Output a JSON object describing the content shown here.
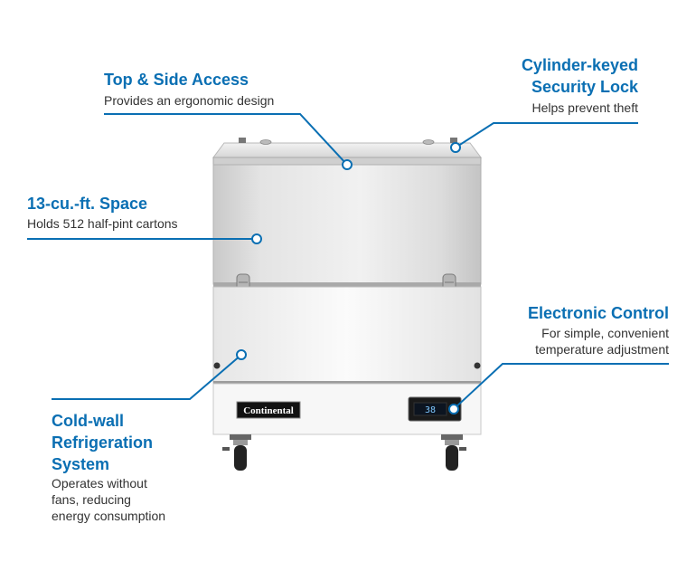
{
  "callouts": {
    "top_side_access": {
      "title": "Top & Side Access",
      "desc": "Provides an ergonomic design"
    },
    "security_lock": {
      "title_line1": "Cylinder-keyed",
      "title_line2": "Security Lock",
      "desc": "Helps prevent theft"
    },
    "space": {
      "title": "13-cu.-ft. Space",
      "desc": "Holds 512 half-pint cartons"
    },
    "electronic_control": {
      "title": "Electronic Control",
      "desc_line1": "For simple, convenient",
      "desc_line2": "temperature adjustment"
    },
    "cold_wall": {
      "title_line1": "Cold-wall",
      "title_line2": "Refrigeration",
      "title_line3": "System",
      "desc_line1": "Operates without",
      "desc_line2": "fans, reducing",
      "desc_line3": "energy consumption"
    }
  },
  "product": {
    "brand": "Continental",
    "display_reading": "38"
  },
  "colors": {
    "accent": "#0a6fb3",
    "text": "#333333",
    "steel": "#d9d9d9"
  }
}
